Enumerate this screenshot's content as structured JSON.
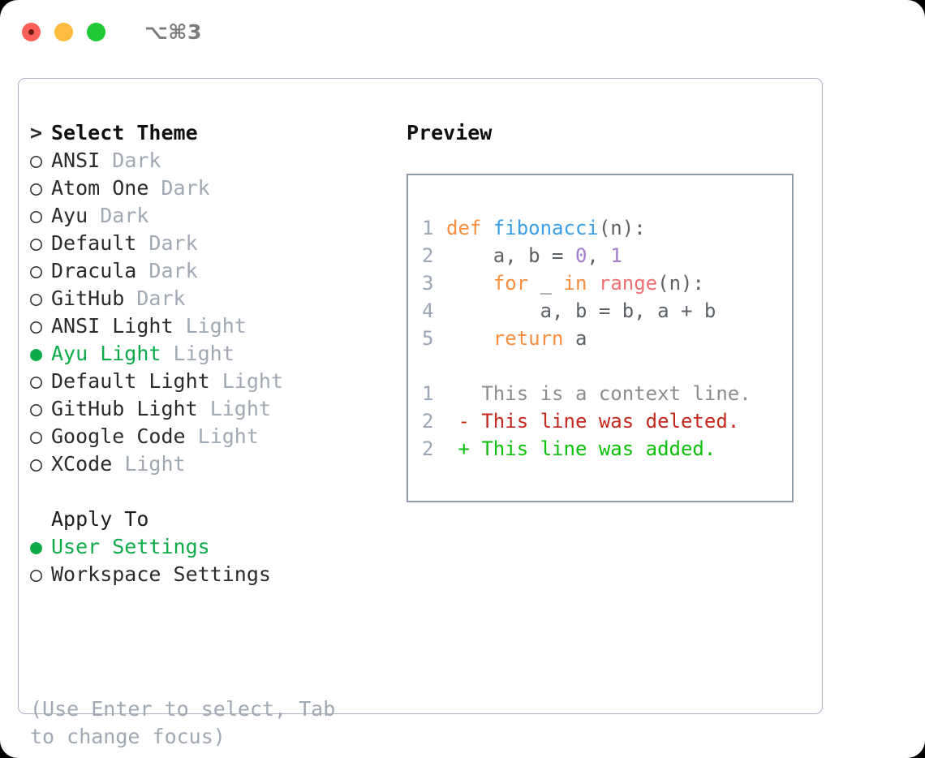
{
  "titlebar": {
    "shortcut": "⌥⌘3",
    "buttons": [
      {
        "name": "close",
        "color": "#fc6058"
      },
      {
        "name": "minimize",
        "color": "#fdbc40"
      },
      {
        "name": "zoom",
        "color": "#20ca36"
      }
    ]
  },
  "colors": {
    "selected_green": "#0cab48",
    "muted": "#a0a8b4",
    "panel_border": "#aab2c0",
    "code_border": "#8f9aab",
    "keyword": "#fa8d3e",
    "function": "#399ee6",
    "number": "#a37acc",
    "entity": "#f07171",
    "code_fg": "#5c6166",
    "gutter": "#9aa5b5",
    "diff_context": "#8c8c8c",
    "diff_deleted": "#c4281c",
    "diff_added": "#0bbf0b"
  },
  "theme_list": {
    "header_marker": ">",
    "header": "Select Theme",
    "unselected_marker": "○",
    "selected_marker": "●",
    "items": [
      {
        "name": "ANSI",
        "variant": "Dark",
        "selected": false
      },
      {
        "name": "Atom One",
        "variant": "Dark",
        "selected": false
      },
      {
        "name": "Ayu",
        "variant": "Dark",
        "selected": false
      },
      {
        "name": "Default",
        "variant": "Dark",
        "selected": false
      },
      {
        "name": "Dracula",
        "variant": "Dark",
        "selected": false
      },
      {
        "name": "GitHub",
        "variant": "Dark",
        "selected": false
      },
      {
        "name": "ANSI Light",
        "variant": "Light",
        "selected": false
      },
      {
        "name": "Ayu Light",
        "variant": "Light",
        "selected": true
      },
      {
        "name": "Default Light",
        "variant": "Light",
        "selected": false
      },
      {
        "name": "GitHub Light",
        "variant": "Light",
        "selected": false
      },
      {
        "name": "Google Code",
        "variant": "Light",
        "selected": false
      },
      {
        "name": "XCode",
        "variant": "Light",
        "selected": false
      }
    ]
  },
  "apply_to": {
    "header": "Apply To",
    "items": [
      {
        "name": "User Settings",
        "selected": true
      },
      {
        "name": "Workspace Settings",
        "selected": false
      }
    ]
  },
  "hint": "(Use Enter to select, Tab to change focus)",
  "preview": {
    "title": "Preview",
    "code": [
      {
        "ln": "1",
        "tokens": [
          {
            "t": "def ",
            "c": "kw"
          },
          {
            "t": "fibonacci",
            "c": "fn"
          },
          {
            "t": "(n):",
            "c": "plain"
          }
        ]
      },
      {
        "ln": "2",
        "tokens": [
          {
            "t": "    a, b = ",
            "c": "plain"
          },
          {
            "t": "0",
            "c": "num"
          },
          {
            "t": ", ",
            "c": "plain"
          },
          {
            "t": "1",
            "c": "num"
          }
        ]
      },
      {
        "ln": "3",
        "tokens": [
          {
            "t": "    ",
            "c": "plain"
          },
          {
            "t": "for",
            "c": "kw"
          },
          {
            "t": " _ ",
            "c": "plain"
          },
          {
            "t": "in",
            "c": "kw"
          },
          {
            "t": " ",
            "c": "plain"
          },
          {
            "t": "range",
            "c": "ent"
          },
          {
            "t": "(n):",
            "c": "plain"
          }
        ]
      },
      {
        "ln": "4",
        "tokens": [
          {
            "t": "        a, b = b, a + b",
            "c": "plain"
          }
        ]
      },
      {
        "ln": "5",
        "tokens": [
          {
            "t": "    ",
            "c": "plain"
          },
          {
            "t": "return",
            "c": "kw"
          },
          {
            "t": " a",
            "c": "plain"
          }
        ]
      }
    ],
    "diff": [
      {
        "ln": "1",
        "sign": " ",
        "text": "This is a context line.",
        "kind": "context"
      },
      {
        "ln": "2",
        "sign": "-",
        "text": "This line was deleted.",
        "kind": "deleted"
      },
      {
        "ln": "2",
        "sign": "+",
        "text": "This line was added.",
        "kind": "added"
      }
    ]
  }
}
